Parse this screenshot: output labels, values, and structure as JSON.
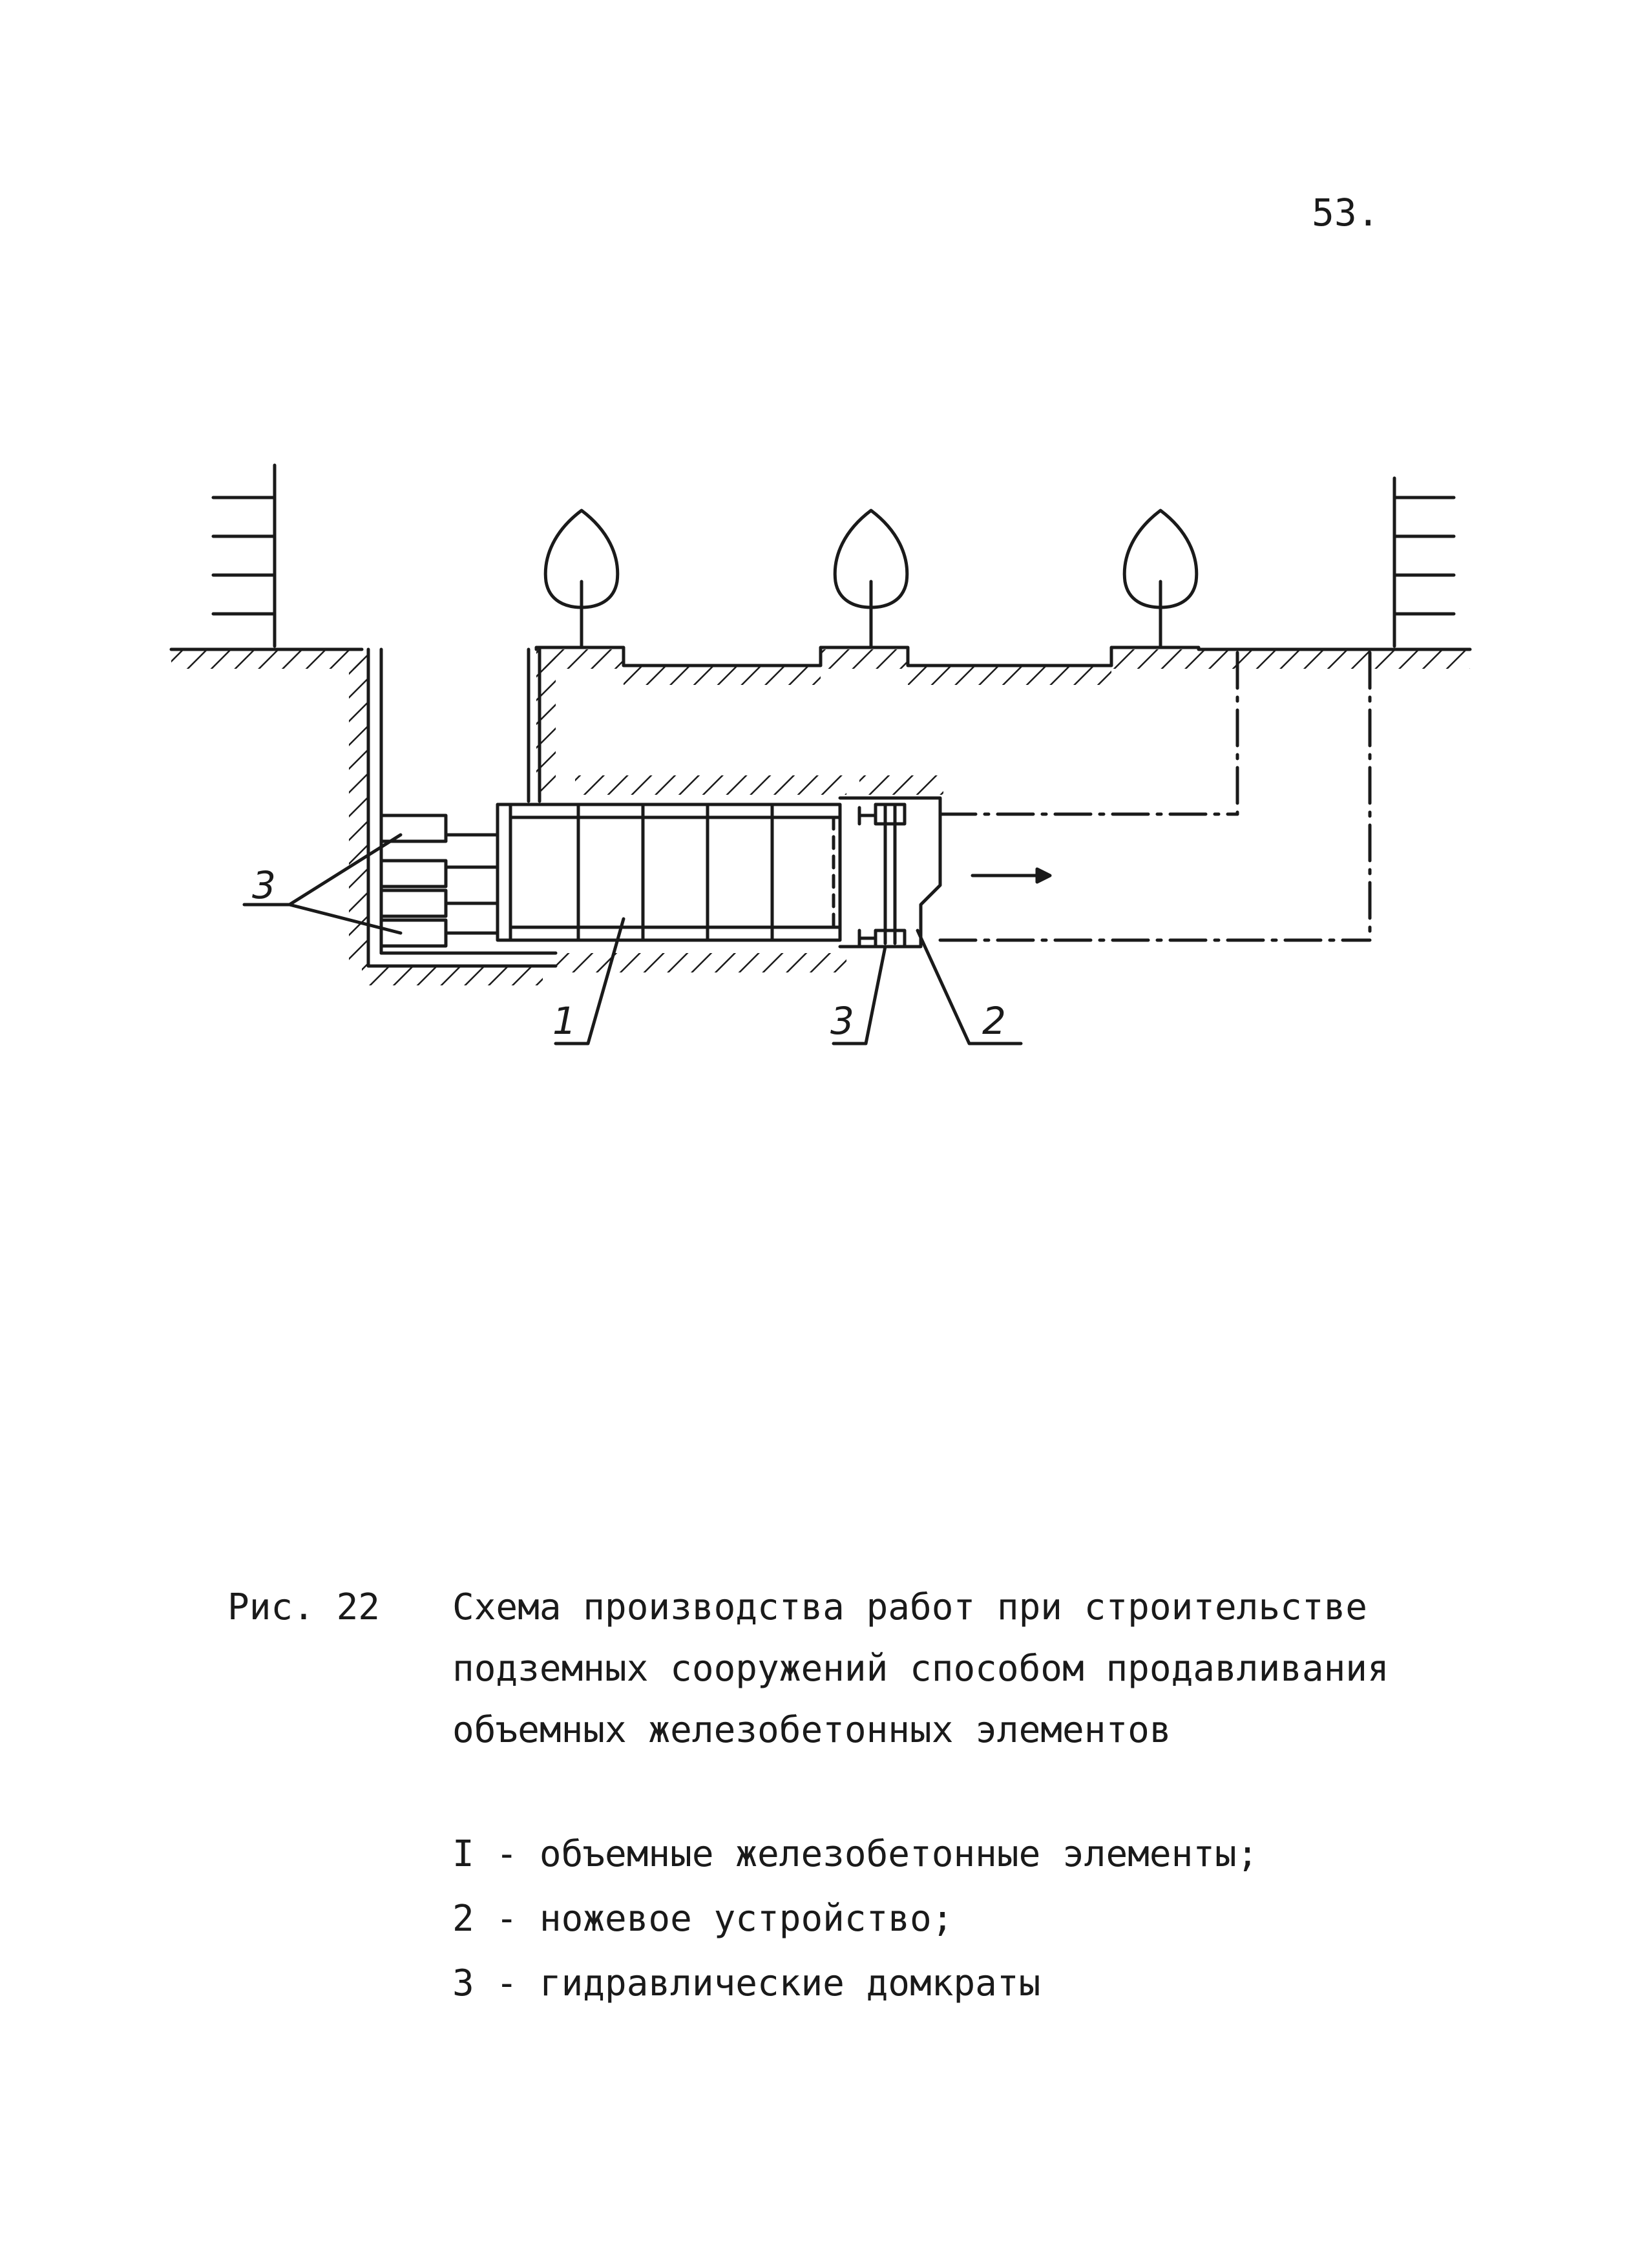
{
  "page": {
    "number": "53."
  },
  "diagram": {
    "callouts": {
      "jacks_left": "3",
      "elements": "1",
      "jacks_right": "3",
      "knife_device": "2"
    }
  },
  "caption": {
    "label": "Рис. 22",
    "title": "Схема производства работ при строительстве\nподземных сооружений способом продавливания\nобъемных железобетонных элементов"
  },
  "legend": {
    "items": [
      "I - объемные железобетонные элементы;",
      "2 - ножевое устройство;",
      "3 - гидравлические домкраты"
    ]
  }
}
